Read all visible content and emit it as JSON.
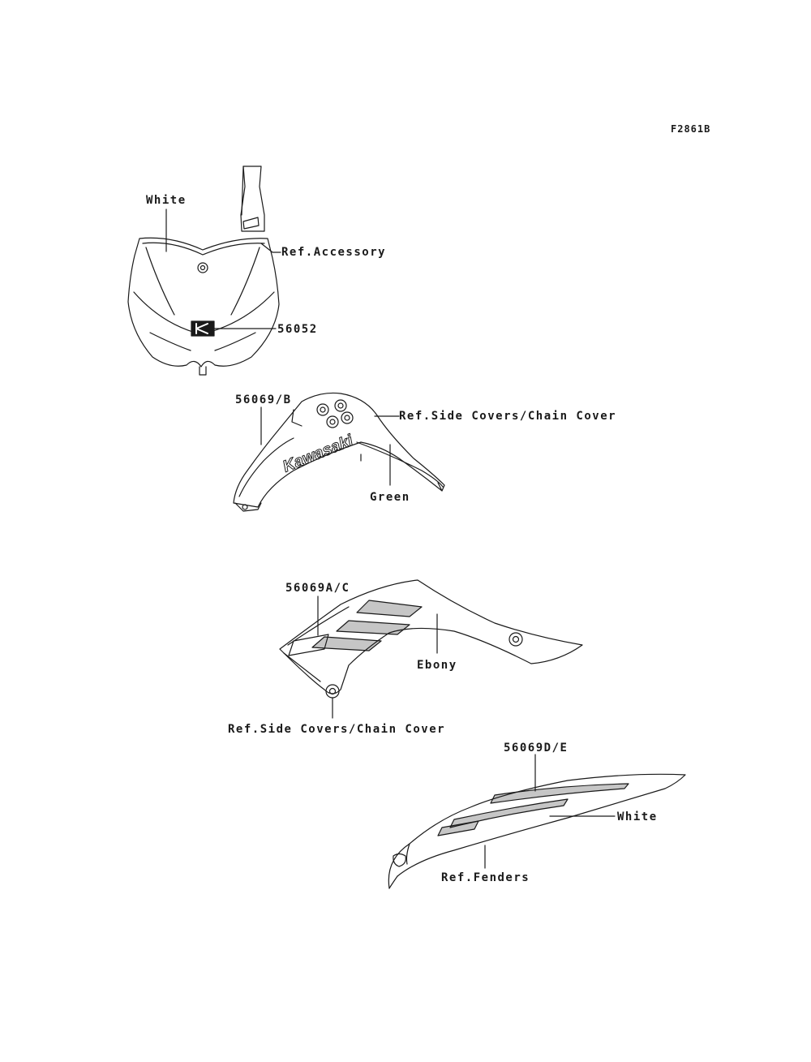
{
  "figure_code": "F2861B",
  "parts": {
    "number_plate": {
      "color_label": "White",
      "ref_label": "Ref.Accessory",
      "part_number": "56052"
    },
    "shroud_upper": {
      "part_number": "56069/B",
      "ref_label": "Ref.Side Covers/Chain Cover",
      "color_label": "Green",
      "emblem_text": "Kawasaki"
    },
    "side_cover": {
      "part_number": "56069A/C",
      "color_label": "Ebony",
      "ref_label": "Ref.Side Covers/Chain Cover"
    },
    "rear_fender": {
      "part_number": "56069D/E",
      "color_label": "White",
      "ref_label": "Ref.Fenders"
    }
  },
  "colors": {
    "line": "#1a1a1a",
    "background": "#ffffff"
  }
}
